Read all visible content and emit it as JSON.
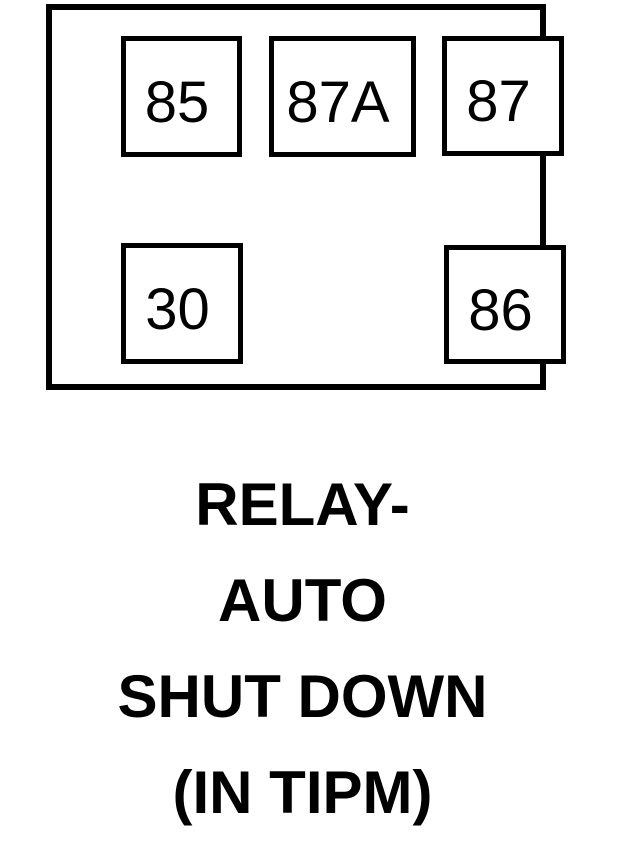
{
  "diagram": {
    "relay": {
      "terminals": [
        {
          "id": "85",
          "label": "85",
          "position": "top-left"
        },
        {
          "id": "87A",
          "label": "87A",
          "position": "top-center"
        },
        {
          "id": "87",
          "label": "87",
          "position": "top-right"
        },
        {
          "id": "30",
          "label": "30",
          "position": "bottom-left"
        },
        {
          "id": "86",
          "label": "86",
          "position": "bottom-right"
        }
      ]
    },
    "caption": {
      "lines": [
        "RELAY-",
        "AUTO",
        "SHUT DOWN",
        "(IN TIPM)"
      ]
    },
    "colors": {
      "ink": "#000000",
      "background": "#ffffff"
    }
  }
}
